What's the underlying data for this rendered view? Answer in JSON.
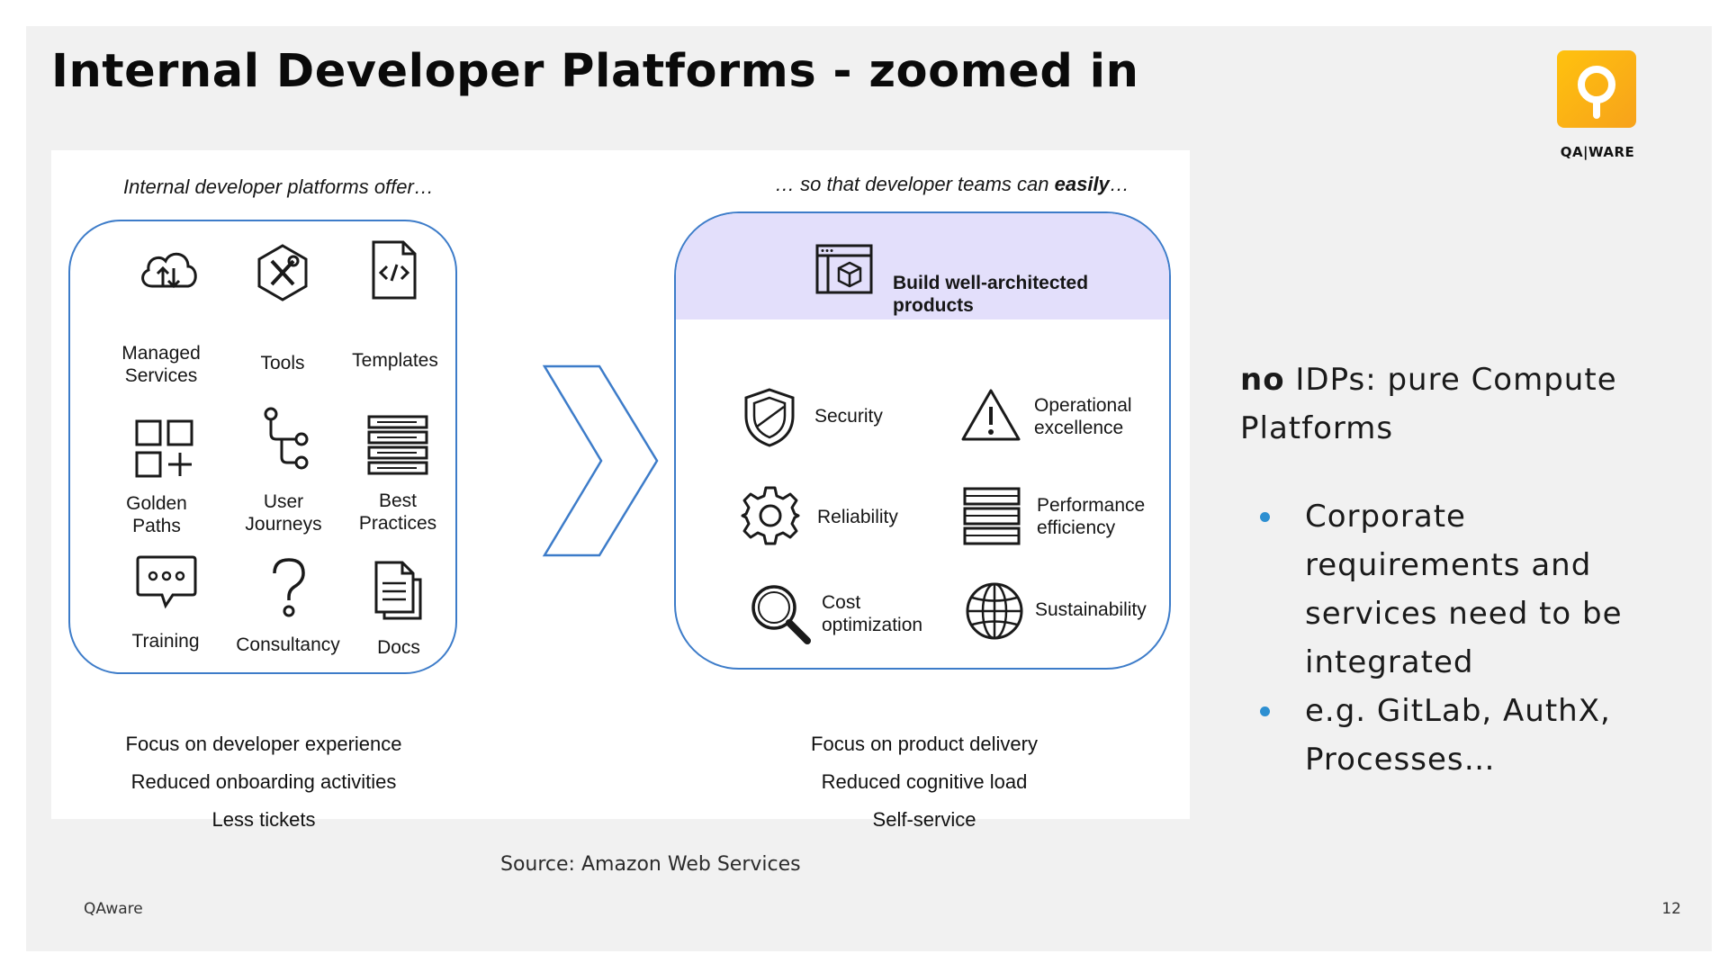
{
  "slide": {
    "title": "Internal Developer Platforms - zoomed in",
    "logo_text": "QA|WARE",
    "footer_left": "QAware",
    "page_number": "12",
    "source": "Source: Amazon Web Services"
  },
  "figure": {
    "left_heading": "Internal developer platforms offer…",
    "right_heading_prefix": "… so that developer teams can ",
    "right_heading_emphasis": "easily",
    "right_heading_suffix": "…",
    "offerings": [
      {
        "label_line1": "Managed",
        "label_line2": "Services",
        "icon": "cloud-upload-download-icon"
      },
      {
        "label_line1": "Tools",
        "label_line2": "",
        "icon": "tools-icon"
      },
      {
        "label_line1": "Templates",
        "label_line2": "",
        "icon": "code-file-icon"
      },
      {
        "label_line1": "Golden",
        "label_line2": "Paths",
        "icon": "grid-plus-icon"
      },
      {
        "label_line1": "User",
        "label_line2": "Journeys",
        "icon": "branch-path-icon"
      },
      {
        "label_line1": "Best",
        "label_line2": "Practices",
        "icon": "stacked-list-icon"
      },
      {
        "label_line1": "Training",
        "label_line2": "",
        "icon": "chat-bubble-icon"
      },
      {
        "label_line1": "Consultancy",
        "label_line2": "",
        "icon": "question-mark-icon"
      },
      {
        "label_line1": "Docs",
        "label_line2": "",
        "icon": "documents-icon"
      }
    ],
    "build_line1": "Build well-architected",
    "build_line2": "products",
    "pillars": [
      {
        "label_line1": "Security",
        "label_line2": "",
        "icon": "shield-icon"
      },
      {
        "label_line1": "Operational",
        "label_line2": "excellence",
        "icon": "warning-icon"
      },
      {
        "label_line1": "Reliability",
        "label_line2": "",
        "icon": "gear-icon"
      },
      {
        "label_line1": "Performance",
        "label_line2": "efficiency",
        "icon": "server-stack-icon"
      },
      {
        "label_line1": "Cost",
        "label_line2": "optimization",
        "icon": "magnifier-icon"
      },
      {
        "label_line1": "Sustainability",
        "label_line2": "",
        "icon": "globe-icon"
      }
    ],
    "left_outcomes": [
      "Focus on developer experience",
      "Reduced onboarding activities",
      "Less tickets"
    ],
    "right_outcomes": [
      "Focus on product delivery",
      "Reduced cognitive load",
      "Self-service"
    ]
  },
  "side": {
    "intro_keyword": "no",
    "intro_text": " IDPs: pure Compute Platforms",
    "bullets": [
      "Corporate requirements and services need to be integrated",
      "e.g. GitLab, AuthX, Processes…"
    ],
    "bullet_color": "#2d8fd1"
  },
  "colors": {
    "accent_blue": "#3d7cc9",
    "build_header_bg": "#e3dffb",
    "logo_yellow": "#ffc20e"
  }
}
